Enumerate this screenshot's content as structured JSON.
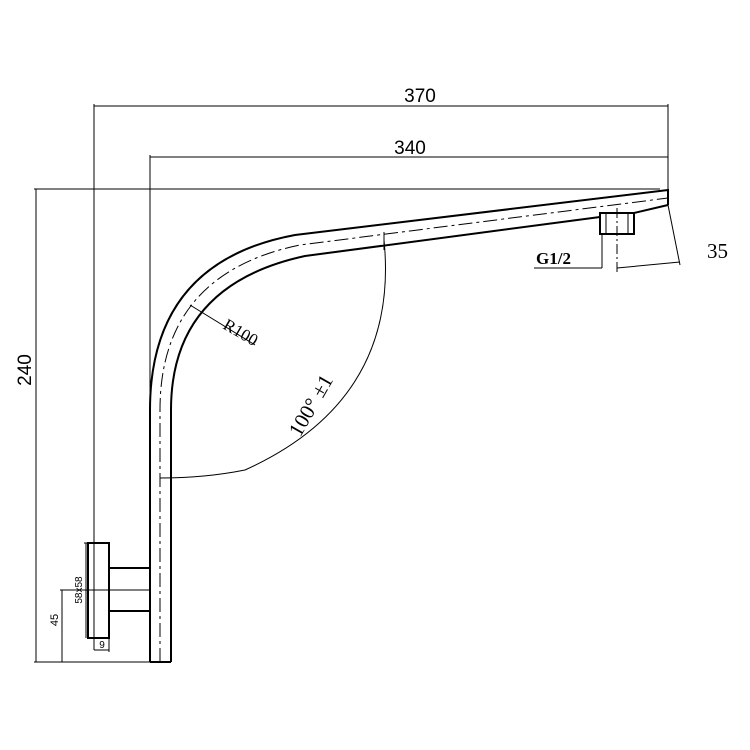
{
  "drawing": {
    "dimensions": {
      "overall_length": "370",
      "arm_length": "340",
      "overall_height": "240",
      "outlet_offset": "35",
      "bend_radius": "R100",
      "bend_angle": "100° ±1",
      "thread": "G1/2",
      "flange_size": "58x58",
      "flange_mount_height": "45",
      "flange_thickness": "9"
    }
  }
}
